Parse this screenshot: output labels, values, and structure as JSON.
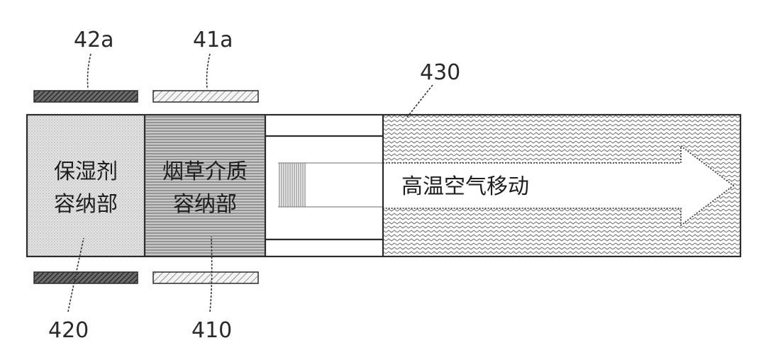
{
  "labels": {
    "ref_42a": "42a",
    "ref_41a": "41a",
    "ref_430": "430",
    "ref_420": "420",
    "ref_410": "410",
    "humectant_line1": "保湿剂",
    "humectant_line2": "容纳部",
    "tobacco_line1": "烟草介质",
    "tobacco_line2": "容纳部",
    "hot_air": "高温空气移动"
  },
  "colors": {
    "outline": "#2b2b2b",
    "humectant_fill": "#d9d9d9",
    "tobacco_hatch": "#555555",
    "dark_heater": "#3c3c3c",
    "arrow_wave": "#555555"
  }
}
